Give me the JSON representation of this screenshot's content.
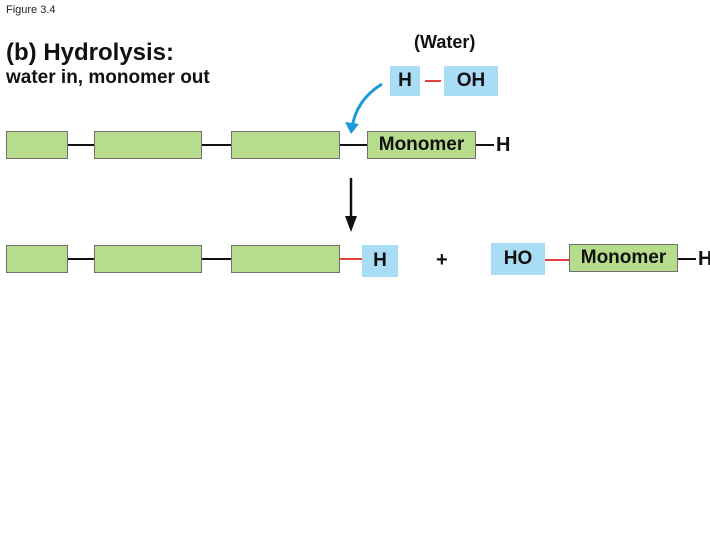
{
  "figure_label": "Figure 3.4",
  "title": "(b) Hydrolysis:",
  "subtitle": "water in, monomer out",
  "water": {
    "label": "(Water)",
    "h": "H",
    "oh": "OH"
  },
  "top_row": {
    "monomer_label": "Monomer",
    "end_h": "H"
  },
  "bottom_row": {
    "chain_end_h": "H",
    "plus": "+",
    "ho": "HO",
    "monomer_label": "Monomer",
    "end_h": "H"
  },
  "colors": {
    "monomer_fill": "#b7dc8b",
    "water_fill": "#a9dcf5",
    "new_bond": "#e0413d",
    "water_arrow": "#1a9ad6",
    "reaction_arrow": "#111111"
  }
}
